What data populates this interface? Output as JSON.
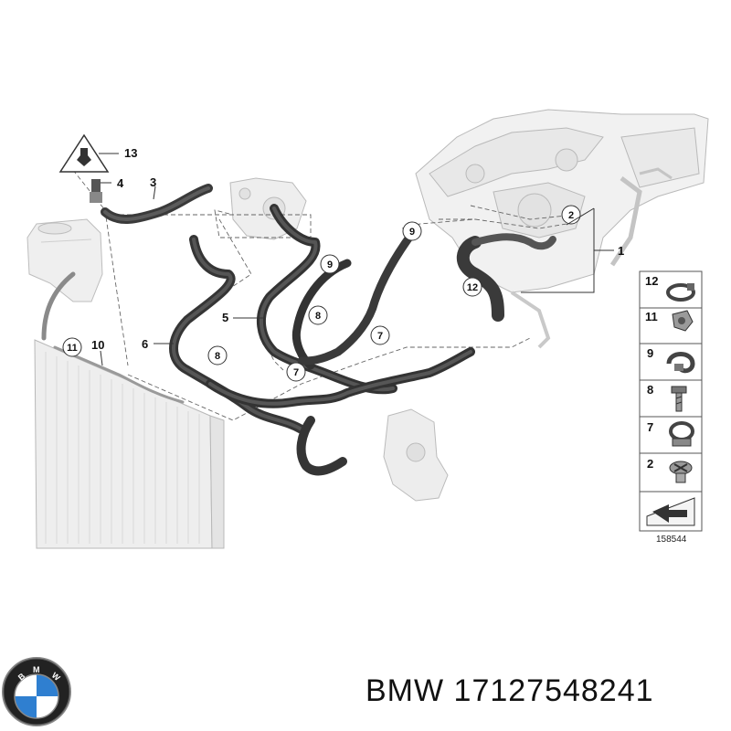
{
  "diagram": {
    "callouts": {
      "c1": "1",
      "c2": "2",
      "c3": "3",
      "c4": "4",
      "c5": "5",
      "c6": "6",
      "c7a": "7",
      "c7b": "7",
      "c8a": "8",
      "c8b": "8",
      "c9a": "9",
      "c9b": "9",
      "c10": "10",
      "c11": "11",
      "c12": "12",
      "c13": "13"
    },
    "legend": [
      {
        "label": "12",
        "icon": "hose-clamp-icon"
      },
      {
        "label": "11",
        "icon": "spring-clip-icon"
      },
      {
        "label": "9",
        "icon": "hose-clip-icon"
      },
      {
        "label": "8",
        "icon": "screw-icon"
      },
      {
        "label": "7",
        "icon": "bracket-clip-icon"
      },
      {
        "label": "2",
        "icon": "collar-screw-icon"
      },
      {
        "label": "",
        "icon": "direction-arrow-icon"
      }
    ],
    "reference_number": "158544"
  },
  "brand": {
    "logo": "bmw-logo",
    "part_label": "BMW 17127548241",
    "logo_letters": "BMW"
  }
}
